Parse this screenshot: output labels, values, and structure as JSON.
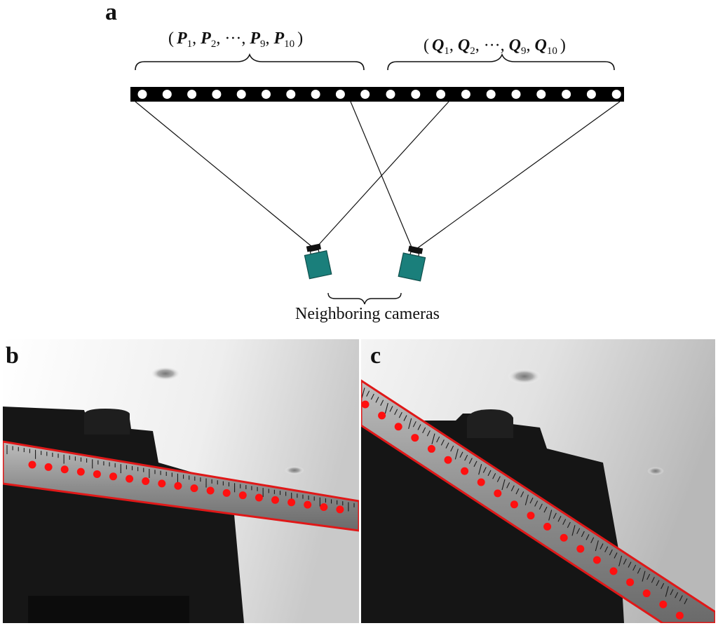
{
  "panel_a": {
    "letter": "a",
    "group_left": {
      "open": "(",
      "close": ")",
      "symbol": "P",
      "subs": [
        "1",
        "2",
        "9",
        "10"
      ],
      "ellipsis": "···"
    },
    "group_right": {
      "open": "(",
      "close": ")",
      "symbol": "Q",
      "subs": [
        "1",
        "2",
        "9",
        "10"
      ],
      "ellipsis": "···"
    },
    "cameras_label": "Neighboring cameras",
    "colors": {
      "bar": "#000000",
      "camera_body": "#1a7f7b",
      "camera_lens": "#111111",
      "hole": "#ffffff"
    }
  },
  "panel_b": {
    "letter": "b"
  },
  "panel_c": {
    "letter": "c"
  },
  "colors": {
    "marker": "#ff1010",
    "outline": "#e01818",
    "tape": "#9a9a9a"
  }
}
